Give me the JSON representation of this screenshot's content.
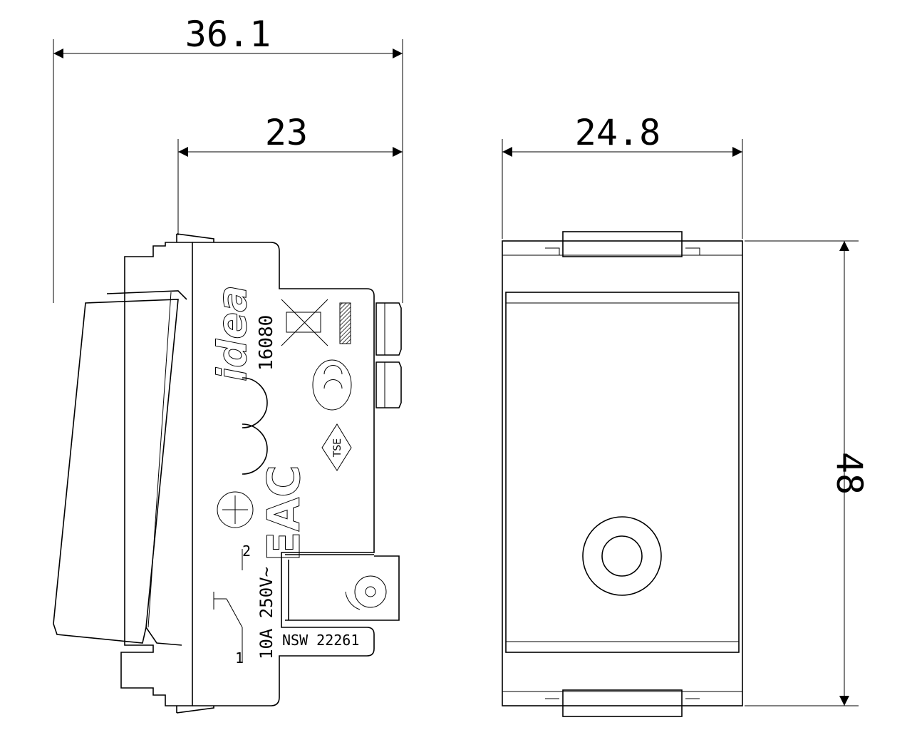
{
  "dimensions": {
    "overall_depth": "36.1",
    "rear_depth": "23",
    "width": "24.8",
    "height": "48"
  },
  "side_view_markings": {
    "brand_logo": "idea",
    "article_code": "16080",
    "mark_tse": "TSE",
    "mark_eac": "EAC",
    "rating": "10A 250V~",
    "terminal_1": "1",
    "terminal_2": "2",
    "approval_code": "NSW 22261"
  }
}
